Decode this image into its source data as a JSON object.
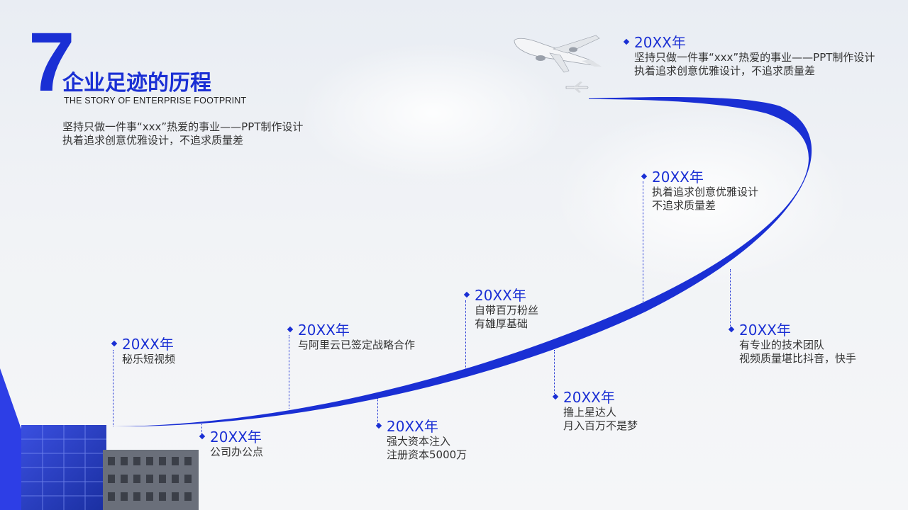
{
  "header": {
    "number": "7",
    "title": "企业足迹的历程",
    "subtitle": "THE STORY OF ENTERPRISE FOOTPRINT",
    "intro_line1": "坚持只做一件事“xxx”热爱的事业——PPT制作设计",
    "intro_line2": "执着追求创意优雅设计，不追求质量差"
  },
  "milestones": [
    {
      "year": "20XX年",
      "lines": [
        "秘乐短视频"
      ]
    },
    {
      "year": "20XX年",
      "lines": [
        "公司办公点"
      ]
    },
    {
      "year": "20XX年",
      "lines": [
        "与阿里云已签定战略合作"
      ]
    },
    {
      "year": "20XX年",
      "lines": [
        "强大资本注入",
        "注册资本5000万"
      ]
    },
    {
      "year": "20XX年",
      "lines": [
        "自带百万粉丝",
        "有雄厚基础"
      ]
    },
    {
      "year": "20XX年",
      "lines": [
        "撸上星达人",
        "月入百万不是梦"
      ]
    },
    {
      "year": "20XX年",
      "lines": [
        "执着追求创意优雅设计",
        "不追求质量差"
      ]
    },
    {
      "year": "20XX年",
      "lines": [
        "有专业的技术团队",
        "视频质量堪比抖音，快手"
      ]
    },
    {
      "year": "20XX年",
      "lines": [
        "坚持只做一件事“xxx”热爱的事业——PPT制作设计",
        "执着追求创意优雅设计，不追求质量差"
      ]
    }
  ],
  "colors": {
    "accent": "#1a2fd4",
    "text": "#333333"
  }
}
